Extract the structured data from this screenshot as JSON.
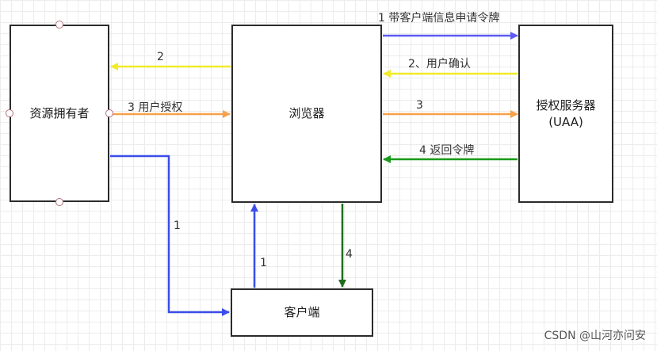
{
  "nodes": {
    "owner": "资源拥有者",
    "browser": "浏览器",
    "uaa_line1": "授权服务器",
    "uaa_line2": "(UAA)",
    "client": "客户端"
  },
  "edges": [
    {
      "label": "1 带客户端信息申请令牌",
      "color": "#5c5cf2"
    },
    {
      "label": "2、用户确认",
      "color": "#f2ea2a"
    },
    {
      "label": "3",
      "color": "#f7a24a"
    },
    {
      "label": "4 返回令牌",
      "color": "#1a9a1a"
    },
    {
      "label": "2",
      "color": "#f2ea2a"
    },
    {
      "label": "3 用户授权",
      "color": "#f7a24a"
    },
    {
      "label": "1",
      "color": "#3a4ee8"
    },
    {
      "label": "1",
      "color": "#3a4ee8"
    },
    {
      "label": "4",
      "color": "#1f6e1f"
    }
  ],
  "watermark": "CSDN @山河亦问安"
}
